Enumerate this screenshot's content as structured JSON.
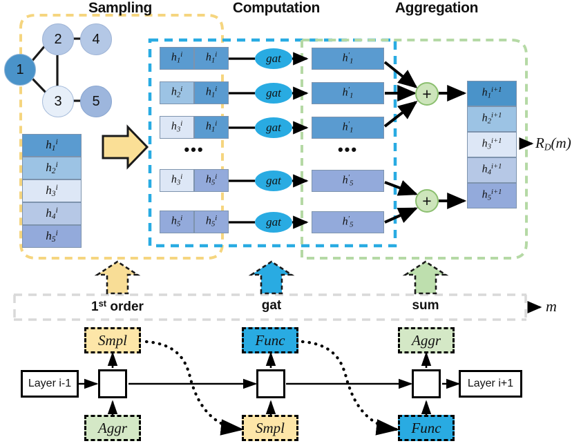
{
  "phases": [
    {
      "id": "sampling",
      "title": "Sampling",
      "frame_color": "#f7d98b"
    },
    {
      "id": "computation",
      "title": "Computation",
      "frame_color": "#27aae1"
    },
    {
      "id": "aggregation",
      "title": "Aggregation",
      "frame_color": "#b5d9a5"
    }
  ],
  "graph": {
    "nodes": [
      {
        "id": "1",
        "label": "1",
        "color": "#4a93c9"
      },
      {
        "id": "2",
        "label": "2",
        "color": "#b4c8e6"
      },
      {
        "id": "3",
        "label": "3",
        "color": "#e4ecf8"
      },
      {
        "id": "4",
        "label": "4",
        "color": "#b4c8e6"
      },
      {
        "id": "5",
        "label": "5",
        "color": "#9db6dd"
      }
    ],
    "edges": [
      [
        "1",
        "2"
      ],
      [
        "1",
        "3"
      ],
      [
        "2",
        "3"
      ],
      [
        "2",
        "4"
      ],
      [
        "3",
        "5"
      ]
    ]
  },
  "input_stack": {
    "rows": [
      {
        "base": "h",
        "sub": "1",
        "sup": "i",
        "color": "#5a9bd0"
      },
      {
        "base": "h",
        "sub": "2",
        "sup": "i",
        "color": "#9cc3e4"
      },
      {
        "base": "h",
        "sub": "3",
        "sup": "i",
        "color": "#dde7f6"
      },
      {
        "base": "h",
        "sub": "4",
        "sup": "i",
        "color": "#b6c8e6"
      },
      {
        "base": "h",
        "sub": "5",
        "sup": "i",
        "color": "#93aadb"
      }
    ]
  },
  "computation_rows": [
    {
      "left": {
        "base": "h",
        "sub": "1",
        "sup": "i",
        "color": "#5a9bd0"
      },
      "right": {
        "base": "h",
        "sub": "1",
        "sup": "i",
        "color": "#5a9bd0"
      },
      "func": "gat",
      "out": {
        "base": "h",
        "sub": "1",
        "sup": "′",
        "color": "#5a9bd0"
      }
    },
    {
      "left": {
        "base": "h",
        "sub": "2",
        "sup": "i",
        "color": "#9cc3e4"
      },
      "right": {
        "base": "h",
        "sub": "1",
        "sup": "i",
        "color": "#5a9bd0"
      },
      "func": "gat",
      "out": {
        "base": "h",
        "sub": "1",
        "sup": "′",
        "color": "#5a9bd0"
      }
    },
    {
      "left": {
        "base": "h",
        "sub": "3",
        "sup": "i",
        "color": "#dde7f6"
      },
      "right": {
        "base": "h",
        "sub": "1",
        "sup": "i",
        "color": "#5a9bd0"
      },
      "func": "gat",
      "out": {
        "base": "h",
        "sub": "1",
        "sup": "′",
        "color": "#5a9bd0"
      }
    },
    {
      "left": {
        "base": "h",
        "sub": "3",
        "sup": "i",
        "color": "#dde7f6"
      },
      "right": {
        "base": "h",
        "sub": "5",
        "sup": "i",
        "color": "#93aadb"
      },
      "func": "gat",
      "out": {
        "base": "h",
        "sub": "5",
        "sup": "′",
        "color": "#93aadb"
      }
    },
    {
      "left": {
        "base": "h",
        "sub": "5",
        "sup": "i",
        "color": "#93aadb"
      },
      "right": {
        "base": "h",
        "sub": "5",
        "sup": "i",
        "color": "#93aadb"
      },
      "func": "gat",
      "out": {
        "base": "h",
        "sub": "5",
        "sup": "′",
        "color": "#93aadb"
      }
    }
  ],
  "ellipsis": "•••",
  "aggregation": {
    "plus_symbol": "+",
    "output_stack": [
      {
        "base": "h",
        "sub": "1",
        "sup": "i+1",
        "color": "#4a93c9"
      },
      {
        "base": "h",
        "sub": "2",
        "sup": "i+1",
        "color": "#9cc3e4"
      },
      {
        "base": "h",
        "sub": "3",
        "sup": "i+1",
        "color": "#dde7f6"
      },
      {
        "base": "h",
        "sub": "4",
        "sup": "i+1",
        "color": "#b6c8e6"
      },
      {
        "base": "h",
        "sub": "5",
        "sup": "i+1",
        "color": "#93aadb"
      }
    ],
    "result_label": {
      "base": "R",
      "sub": "D",
      "arg": "(m)"
    }
  },
  "choices": [
    {
      "label": "1",
      "ordinal": "st",
      "rest": " order",
      "arrow_color": "#f8dd96",
      "full": "1st order"
    },
    {
      "label": "gat",
      "ordinal": "",
      "rest": "",
      "arrow_color": "#29abe2",
      "full": "gat"
    },
    {
      "label": "sum",
      "ordinal": "",
      "rest": "",
      "arrow_color": "#bedfae",
      "full": "sum"
    }
  ],
  "search_space_output": "m",
  "layer_flow": {
    "input_box": "Layer i-1",
    "output_box": "Layer i+1",
    "blocks": [
      {
        "pos": "top",
        "col": 1,
        "label": "Smpl",
        "color": "#fde6a8"
      },
      {
        "pos": "bottom",
        "col": 1,
        "label": "Aggr",
        "color": "#d4e8c6"
      },
      {
        "pos": "top",
        "col": 2,
        "label": "Func",
        "color": "#29abe2"
      },
      {
        "pos": "bottom",
        "col": 2,
        "label": "Smpl",
        "color": "#fde6a8"
      },
      {
        "pos": "top",
        "col": 3,
        "label": "Aggr",
        "color": "#d4e8c6"
      },
      {
        "pos": "bottom",
        "col": 3,
        "label": "Func",
        "color": "#29abe2"
      }
    ]
  },
  "colors": {
    "yellow_frame": "#f7d98b",
    "blue_frame": "#29abe2",
    "green_frame": "#b5d9a5",
    "gray_strip": "#d9d9d9",
    "gat_fill": "#29abe2",
    "plus_fill": "#cde5bb",
    "plus_stroke": "#8bbf6f"
  }
}
